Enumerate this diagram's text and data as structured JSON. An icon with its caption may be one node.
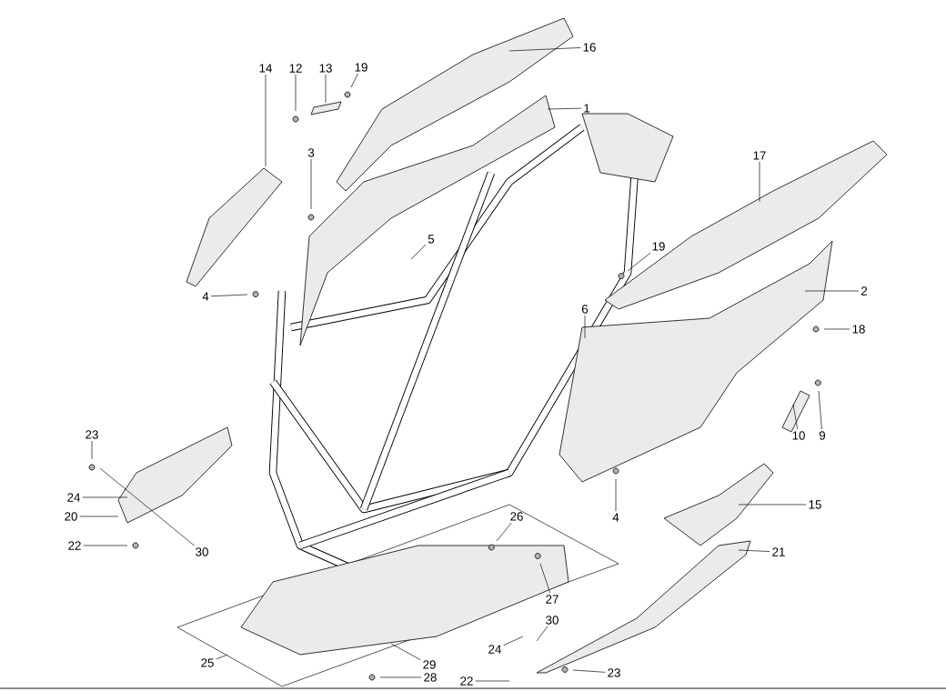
{
  "diagram": {
    "nodes": [
      {
        "text": [
          "16"
        ]
      },
      {
        "text": [
          "1"
        ]
      },
      {
        "text": [
          "14"
        ]
      },
      {
        "text": [
          "12"
        ]
      },
      {
        "text": [
          "13"
        ]
      },
      {
        "text": [
          "19"
        ]
      },
      {
        "text": [
          "3"
        ]
      },
      {
        "text": [
          "17"
        ]
      },
      {
        "text": [
          "5"
        ]
      },
      {
        "text": [
          "19"
        ]
      },
      {
        "text": [
          "4"
        ]
      },
      {
        "text": [
          "2"
        ]
      },
      {
        "text": [
          "6"
        ]
      },
      {
        "text": [
          "18"
        ]
      },
      {
        "text": [
          "10"
        ]
      },
      {
        "text": [
          "9"
        ]
      },
      {
        "text": [
          "23"
        ]
      },
      {
        "text": [
          "24"
        ]
      },
      {
        "text": [
          "4"
        ]
      },
      {
        "text": [
          "15"
        ]
      },
      {
        "text": [
          "26"
        ]
      },
      {
        "text": [
          "20"
        ]
      },
      {
        "text": [
          "22"
        ]
      },
      {
        "text": [
          "30"
        ]
      },
      {
        "text": [
          "21"
        ]
      },
      {
        "text": [
          "27"
        ]
      },
      {
        "text": [
          "30"
        ]
      },
      {
        "text": [
          "24"
        ]
      },
      {
        "text": [
          "25"
        ]
      },
      {
        "text": [
          "29"
        ]
      },
      {
        "text": [
          "23"
        ]
      },
      {
        "text": [
          "28"
        ]
      },
      {
        "text": [
          "22"
        ]
      }
    ],
    "edges": [
      {
        "from": 0,
        "to": null,
        "arrow": "none"
      },
      {
        "from": 1,
        "to": null,
        "arrow": "none"
      },
      {
        "from": 2,
        "to": null,
        "arrow": "none"
      },
      {
        "from": 3,
        "to": null,
        "arrow": "none"
      },
      {
        "from": 4,
        "to": null,
        "arrow": "none"
      },
      {
        "from": 5,
        "to": null,
        "arrow": "none"
      },
      {
        "from": 6,
        "to": null,
        "arrow": "none"
      },
      {
        "from": 7,
        "to": null,
        "arrow": "none"
      },
      {
        "from": 8,
        "to": null,
        "arrow": "none"
      },
      {
        "from": 9,
        "to": null,
        "arrow": "none"
      },
      {
        "from": 10,
        "to": null,
        "arrow": "none"
      },
      {
        "from": 11,
        "to": null,
        "arrow": "none"
      },
      {
        "from": 12,
        "to": null,
        "arrow": "none"
      },
      {
        "from": 13,
        "to": null,
        "arrow": "none"
      },
      {
        "from": 14,
        "to": null,
        "arrow": "none"
      },
      {
        "from": 15,
        "to": null,
        "arrow": "none"
      },
      {
        "from": 16,
        "to": null,
        "arrow": "none"
      },
      {
        "from": 17,
        "to": null,
        "arrow": "none"
      },
      {
        "from": 18,
        "to": null,
        "arrow": "none"
      },
      {
        "from": 19,
        "to": null,
        "arrow": "none"
      },
      {
        "from": 20,
        "to": null,
        "arrow": "none"
      },
      {
        "from": 21,
        "to": null,
        "arrow": "none"
      },
      {
        "from": 22,
        "to": null,
        "arrow": "none"
      },
      {
        "from": 23,
        "to": null,
        "arrow": "none"
      },
      {
        "from": 24,
        "to": null,
        "arrow": "none"
      },
      {
        "from": 25,
        "to": null,
        "arrow": "none"
      },
      {
        "from": 26,
        "to": null,
        "arrow": "none"
      },
      {
        "from": 27,
        "to": null,
        "arrow": "none"
      },
      {
        "from": 28,
        "to": null,
        "arrow": "none"
      },
      {
        "from": 29,
        "to": null,
        "arrow": "none"
      },
      {
        "from": 30,
        "to": null,
        "arrow": "none"
      },
      {
        "from": 31,
        "to": null,
        "arrow": "none"
      },
      {
        "from": 32,
        "to": null,
        "arrow": "none"
      }
    ]
  }
}
